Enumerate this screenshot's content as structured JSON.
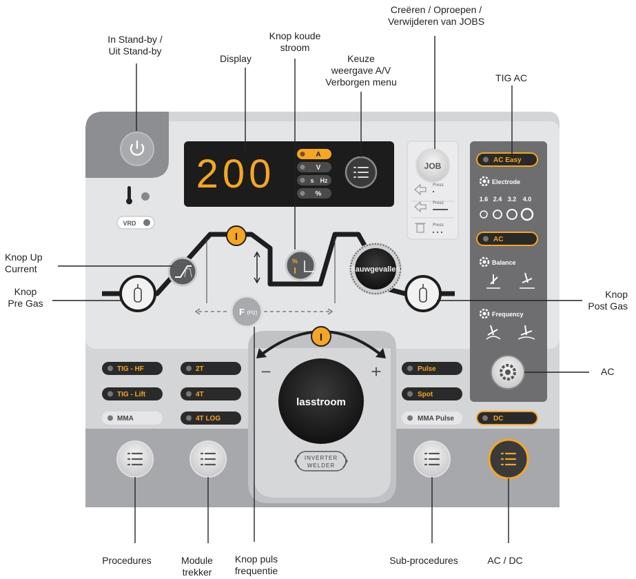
{
  "callouts": {
    "standby_l1": "In Stand-by /",
    "standby_l2": "Uit Stand-by",
    "display": "Display",
    "cold_l1": "Knop koude",
    "cold_l2": "stroom",
    "choice_l1": "Keuze",
    "choice_l2": "weergave A/V",
    "choice_l3": "Verborgen menu",
    "jobs_l1": "Creëren / Oproepen /",
    "jobs_l2": "Verwijderen van JOBS",
    "tig_ac": "TIG AC",
    "upcur_l1": "Knop Up",
    "upcur_l2": "Current",
    "pregas_l1": "Knop",
    "pregas_l2": "Pre Gas",
    "postgas_l1": "Knop",
    "postgas_l2": "Post Gas",
    "ac": "AC",
    "procedures": "Procedures",
    "trigger_l1": "Module",
    "trigger_l2": "trekker",
    "pulsfreq_l1": "Knop puls",
    "pulsfreq_l2": "frequentie",
    "subproc": "Sub-procedures",
    "acdc": "AC / DC"
  },
  "panel": {
    "display_value": "200",
    "units": {
      "a": "A",
      "v": "V",
      "s": "s",
      "hz": "Hz",
      "pct": "%"
    },
    "vrd": "VRD",
    "i_symbol": "I",
    "pct_symbol": "%",
    "freq_knob": "F",
    "freq_unit": "(Hz)",
    "downslope_knob": "flauwgevallen",
    "main_knob": "lasstroom",
    "minus": "−",
    "plus": "+",
    "inverter_l1": "INVERTER",
    "inverter_l2": "WELDER",
    "job": "JOB",
    "press": "Press",
    "procedures": [
      "TIG - HF",
      "TIG - Lift",
      "MMA"
    ],
    "trigger": [
      "2T",
      "4T",
      "4T LOG"
    ],
    "subproc": [
      "Pulse",
      "Spot",
      "MMA Pulse"
    ],
    "ac_easy": "AC Easy",
    "electrode": "Electrode",
    "electrode_sizes": [
      "1.6",
      "2.4",
      "3.2",
      "4.0"
    ],
    "ac_mode": "AC",
    "balance": "Balance",
    "frequency": "Frequency",
    "dc": "DC"
  },
  "colors": {
    "accent": "#f5a623",
    "panel": "#e3e4e6",
    "dark": "#2a2a2a",
    "sidebar": "#6e6e70"
  }
}
